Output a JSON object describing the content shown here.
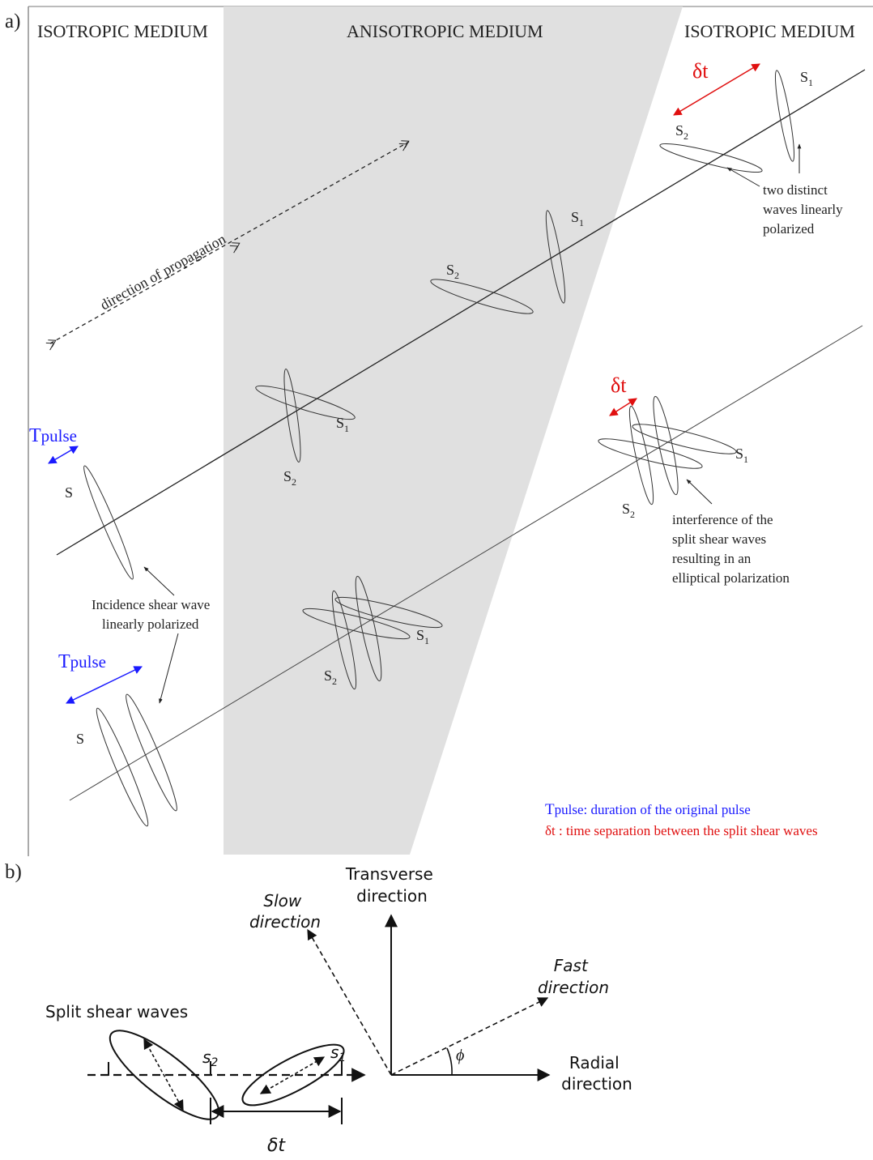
{
  "panel_a": {
    "label": "a)",
    "region_left": "ISOTROPIC MEDIUM",
    "region_middle": "ANISOTROPIC MEDIUM",
    "region_right": "ISOTROPIC MEDIUM",
    "propagation_label": "direction of propagation",
    "wave_s": "S",
    "wave_s1": "S",
    "wave_s2": "S",
    "sub_1": "1",
    "sub_2": "2",
    "tpulse_T": "T",
    "tpulse_sub": "pulse",
    "delta_t": "δt",
    "annotation_incidence": [
      "Incidence shear wave",
      "linearly polarized"
    ],
    "annotation_distinct": [
      "two distinct",
      "waves linearly",
      "polarized"
    ],
    "annotation_interference": [
      "interference of the",
      "split shear waves",
      "resulting in an",
      "elliptical polarization"
    ],
    "legend_tpulse_T": "T",
    "legend_tpulse_sub": "pulse",
    "legend_tpulse_text": ": duration of the original pulse",
    "legend_dt": "δt : time separation between the split shear waves",
    "colors": {
      "tpulse": "#1a1aff",
      "dt": "#e01010",
      "shade": "#e0e0e0"
    }
  },
  "panel_b": {
    "label": "b)",
    "transverse": [
      "Transverse",
      "direction"
    ],
    "slow": [
      "Slow",
      "direction"
    ],
    "fast": [
      "Fast",
      "direction"
    ],
    "radial": [
      "Radial",
      "direction"
    ],
    "phi": "ϕ",
    "split_label": "Split shear waves",
    "s2": "s",
    "s1": "s",
    "sub_2": "2",
    "sub_1": "1",
    "dt": "δt"
  }
}
